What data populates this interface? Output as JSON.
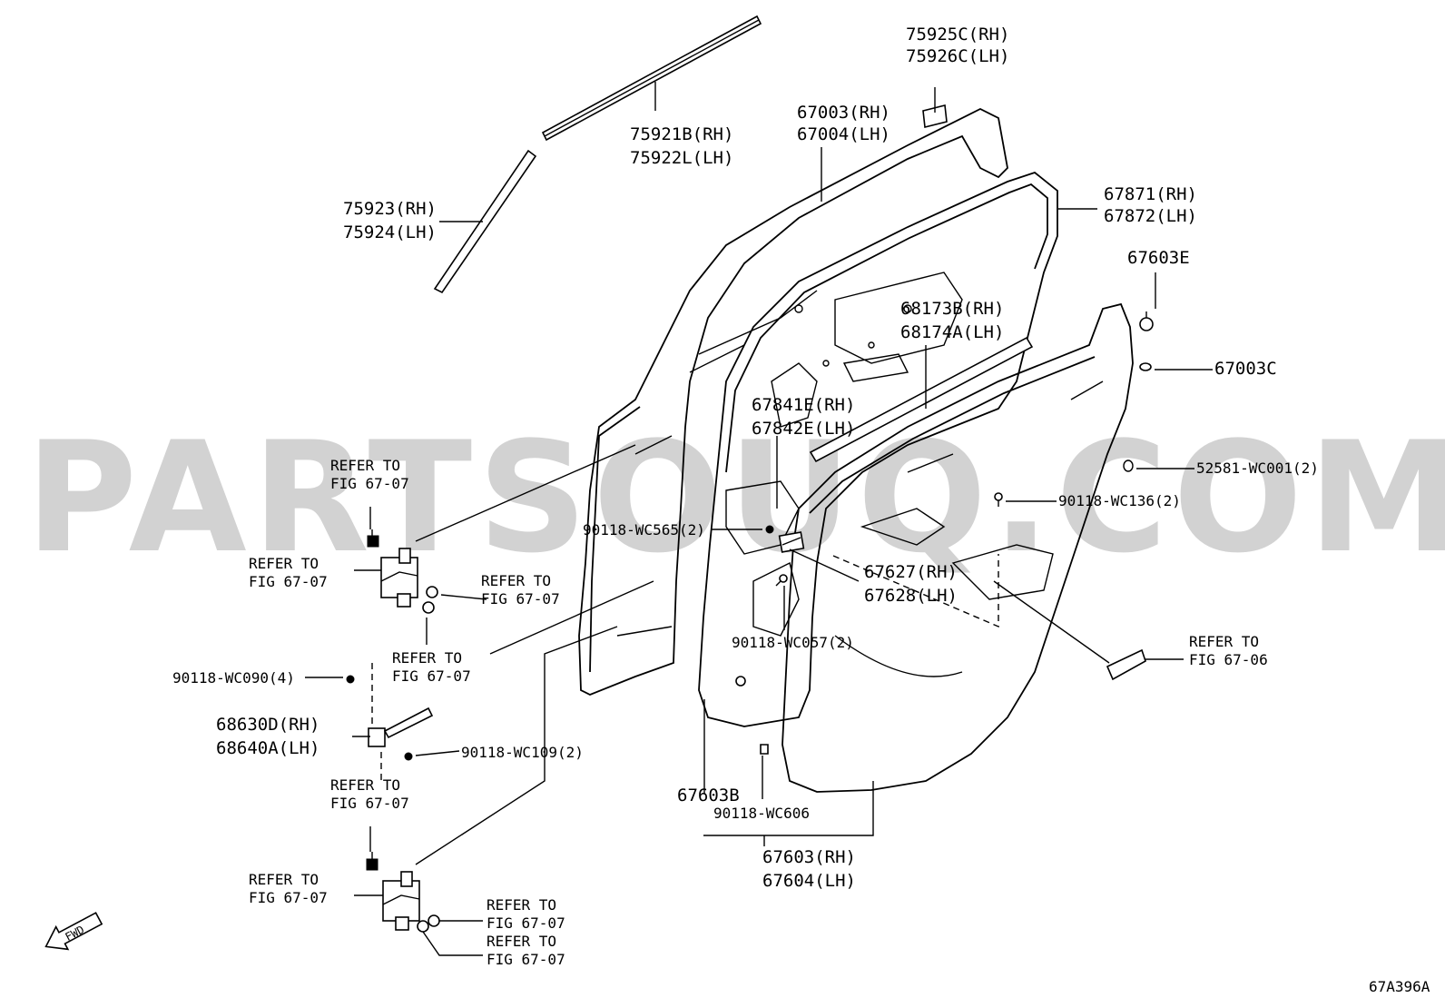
{
  "watermark": "PARTSOUQ.COM",
  "figure_code": "67A396A",
  "fwd_arrow": {
    "text": "FWD",
    "icon": "fwd-arrow-icon"
  },
  "callouts": {
    "c75925": [
      "75925C(RH)",
      "75926C(LH)"
    ],
    "c75921": [
      "75921B(RH)",
      "75922L(LH)"
    ],
    "c67003": [
      "67003(RH)",
      "67004(LH)"
    ],
    "c75923": [
      "75923(RH)",
      "75924(LH)"
    ],
    "c67871": [
      "67871(RH)",
      "67872(LH)"
    ],
    "c67603e": [
      "67603E"
    ],
    "c68173": [
      "68173B(RH)",
      "68174A(LH)"
    ],
    "c67003c": [
      "67003C"
    ],
    "c67841": [
      "67841E(RH)",
      "67842E(LH)"
    ],
    "c52581": [
      "52581-WC001(2)"
    ],
    "c90118wc136": [
      "90118-WC136(2)"
    ],
    "c90118wc565": [
      "90118-WC565(2)"
    ],
    "c67627": [
      "67627(RH)",
      "67628(LH)"
    ],
    "c90118wc057": [
      "90118-WC057(2)"
    ],
    "c90118wc090": [
      "90118-WC090(4)"
    ],
    "c68630": [
      "68630D(RH)",
      "68640A(LH)"
    ],
    "c90118wc109": [
      "90118-WC109(2)"
    ],
    "c67603b": [
      "67603B"
    ],
    "c90118wc606": [
      "90118-WC606"
    ],
    "c67603": [
      "67603(RH)",
      "67604(LH)"
    ],
    "ref_upper_bolt": [
      "REFER TO",
      "FIG 67-07"
    ],
    "ref_upper_hinge": [
      "REFER TO",
      "FIG 67-07"
    ],
    "ref_upper_nut": [
      "REFER TO",
      "FIG 67-07"
    ],
    "ref_mid": [
      "REFER TO",
      "FIG 67-07"
    ],
    "ref_lower_bolt": [
      "REFER TO",
      "FIG 67-07"
    ],
    "ref_lower_hinge": [
      "REFER TO",
      "FIG 67-07"
    ],
    "ref_lower_nut1": [
      "REFER TO",
      "FIG 67-07"
    ],
    "ref_lower_nut2": [
      "REFER TO",
      "FIG 67-07"
    ],
    "ref_handle": [
      "REFER TO",
      "FIG 67-06"
    ]
  }
}
